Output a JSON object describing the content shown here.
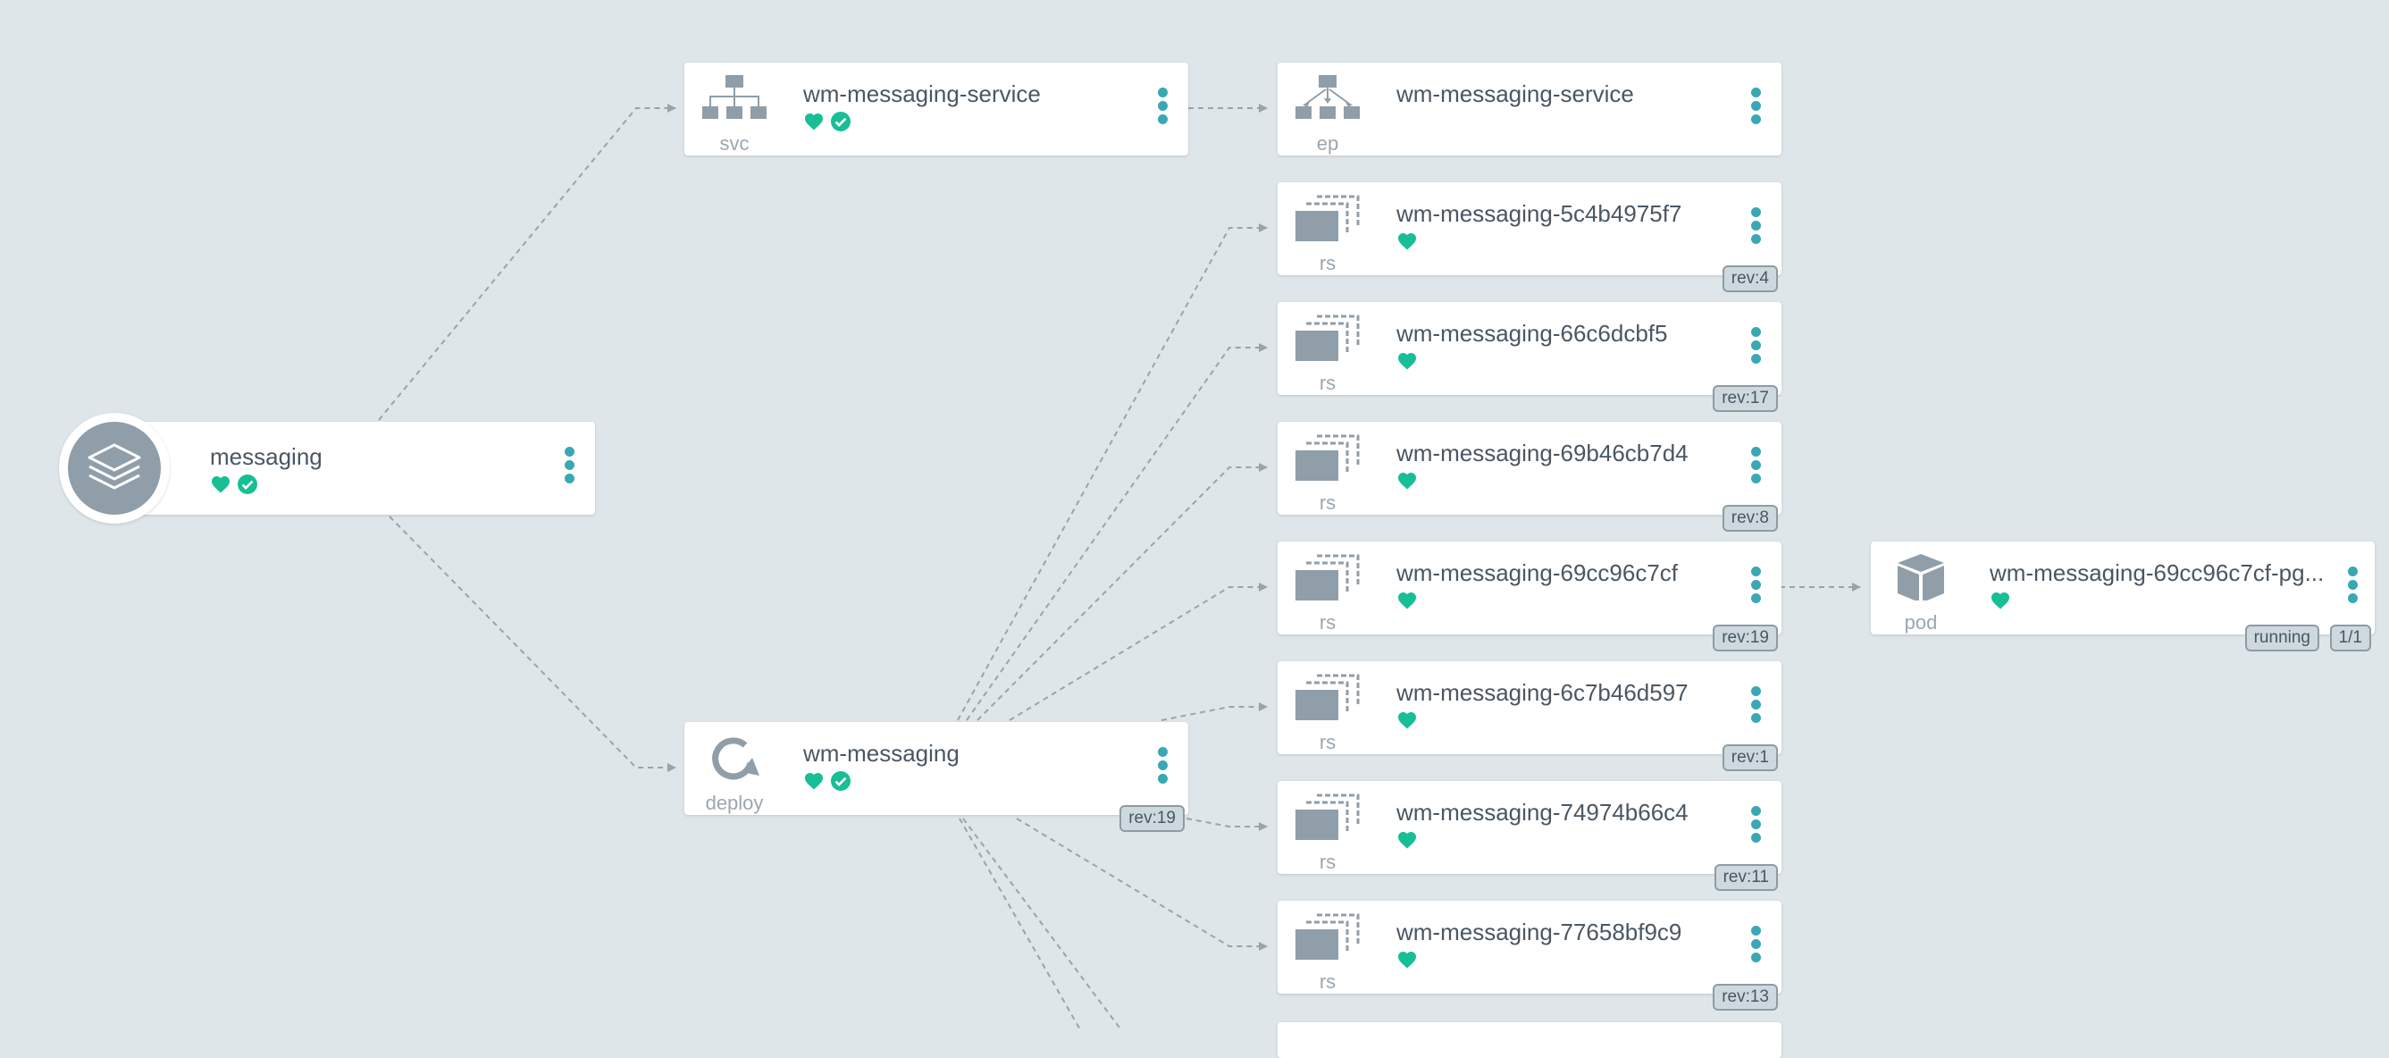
{
  "colors": {
    "background": "#dee6ea",
    "card": "#ffffff",
    "icon_gray": "#8f9ea9",
    "health_green": "#18be94",
    "menu_teal": "#3aa8b4",
    "edge_gray": "#9aa3aa",
    "text": "#495763"
  },
  "app": {
    "name": "messaging",
    "icon": "layers-icon",
    "health": "heart-icon",
    "sync": "check-circle-icon"
  },
  "service": {
    "name": "wm-messaging-service",
    "kind": "svc",
    "icon": "sitemap-icon"
  },
  "endpoint": {
    "name": "wm-messaging-service",
    "kind": "ep",
    "icon": "endpoints-icon"
  },
  "deployment": {
    "name": "wm-messaging",
    "kind": "deploy",
    "icon": "refresh-icon",
    "rev": "rev:19"
  },
  "replicasets": [
    {
      "name": "wm-messaging-5c4b4975f7",
      "kind": "rs",
      "rev": "rev:4"
    },
    {
      "name": "wm-messaging-66c6dcbf5",
      "kind": "rs",
      "rev": "rev:17"
    },
    {
      "name": "wm-messaging-69b46cb7d4",
      "kind": "rs",
      "rev": "rev:8"
    },
    {
      "name": "wm-messaging-69cc96c7cf",
      "kind": "rs",
      "rev": "rev:19"
    },
    {
      "name": "wm-messaging-6c7b46d597",
      "kind": "rs",
      "rev": "rev:1"
    },
    {
      "name": "wm-messaging-74974b66c4",
      "kind": "rs",
      "rev": "rev:11"
    },
    {
      "name": "wm-messaging-77658bf9c9",
      "kind": "rs",
      "rev": "rev:13"
    }
  ],
  "pod": {
    "name": "wm-messaging-69cc96c7cf-pg...",
    "kind": "pod",
    "icon": "cube-icon",
    "status": "running",
    "ready": "1/1"
  }
}
